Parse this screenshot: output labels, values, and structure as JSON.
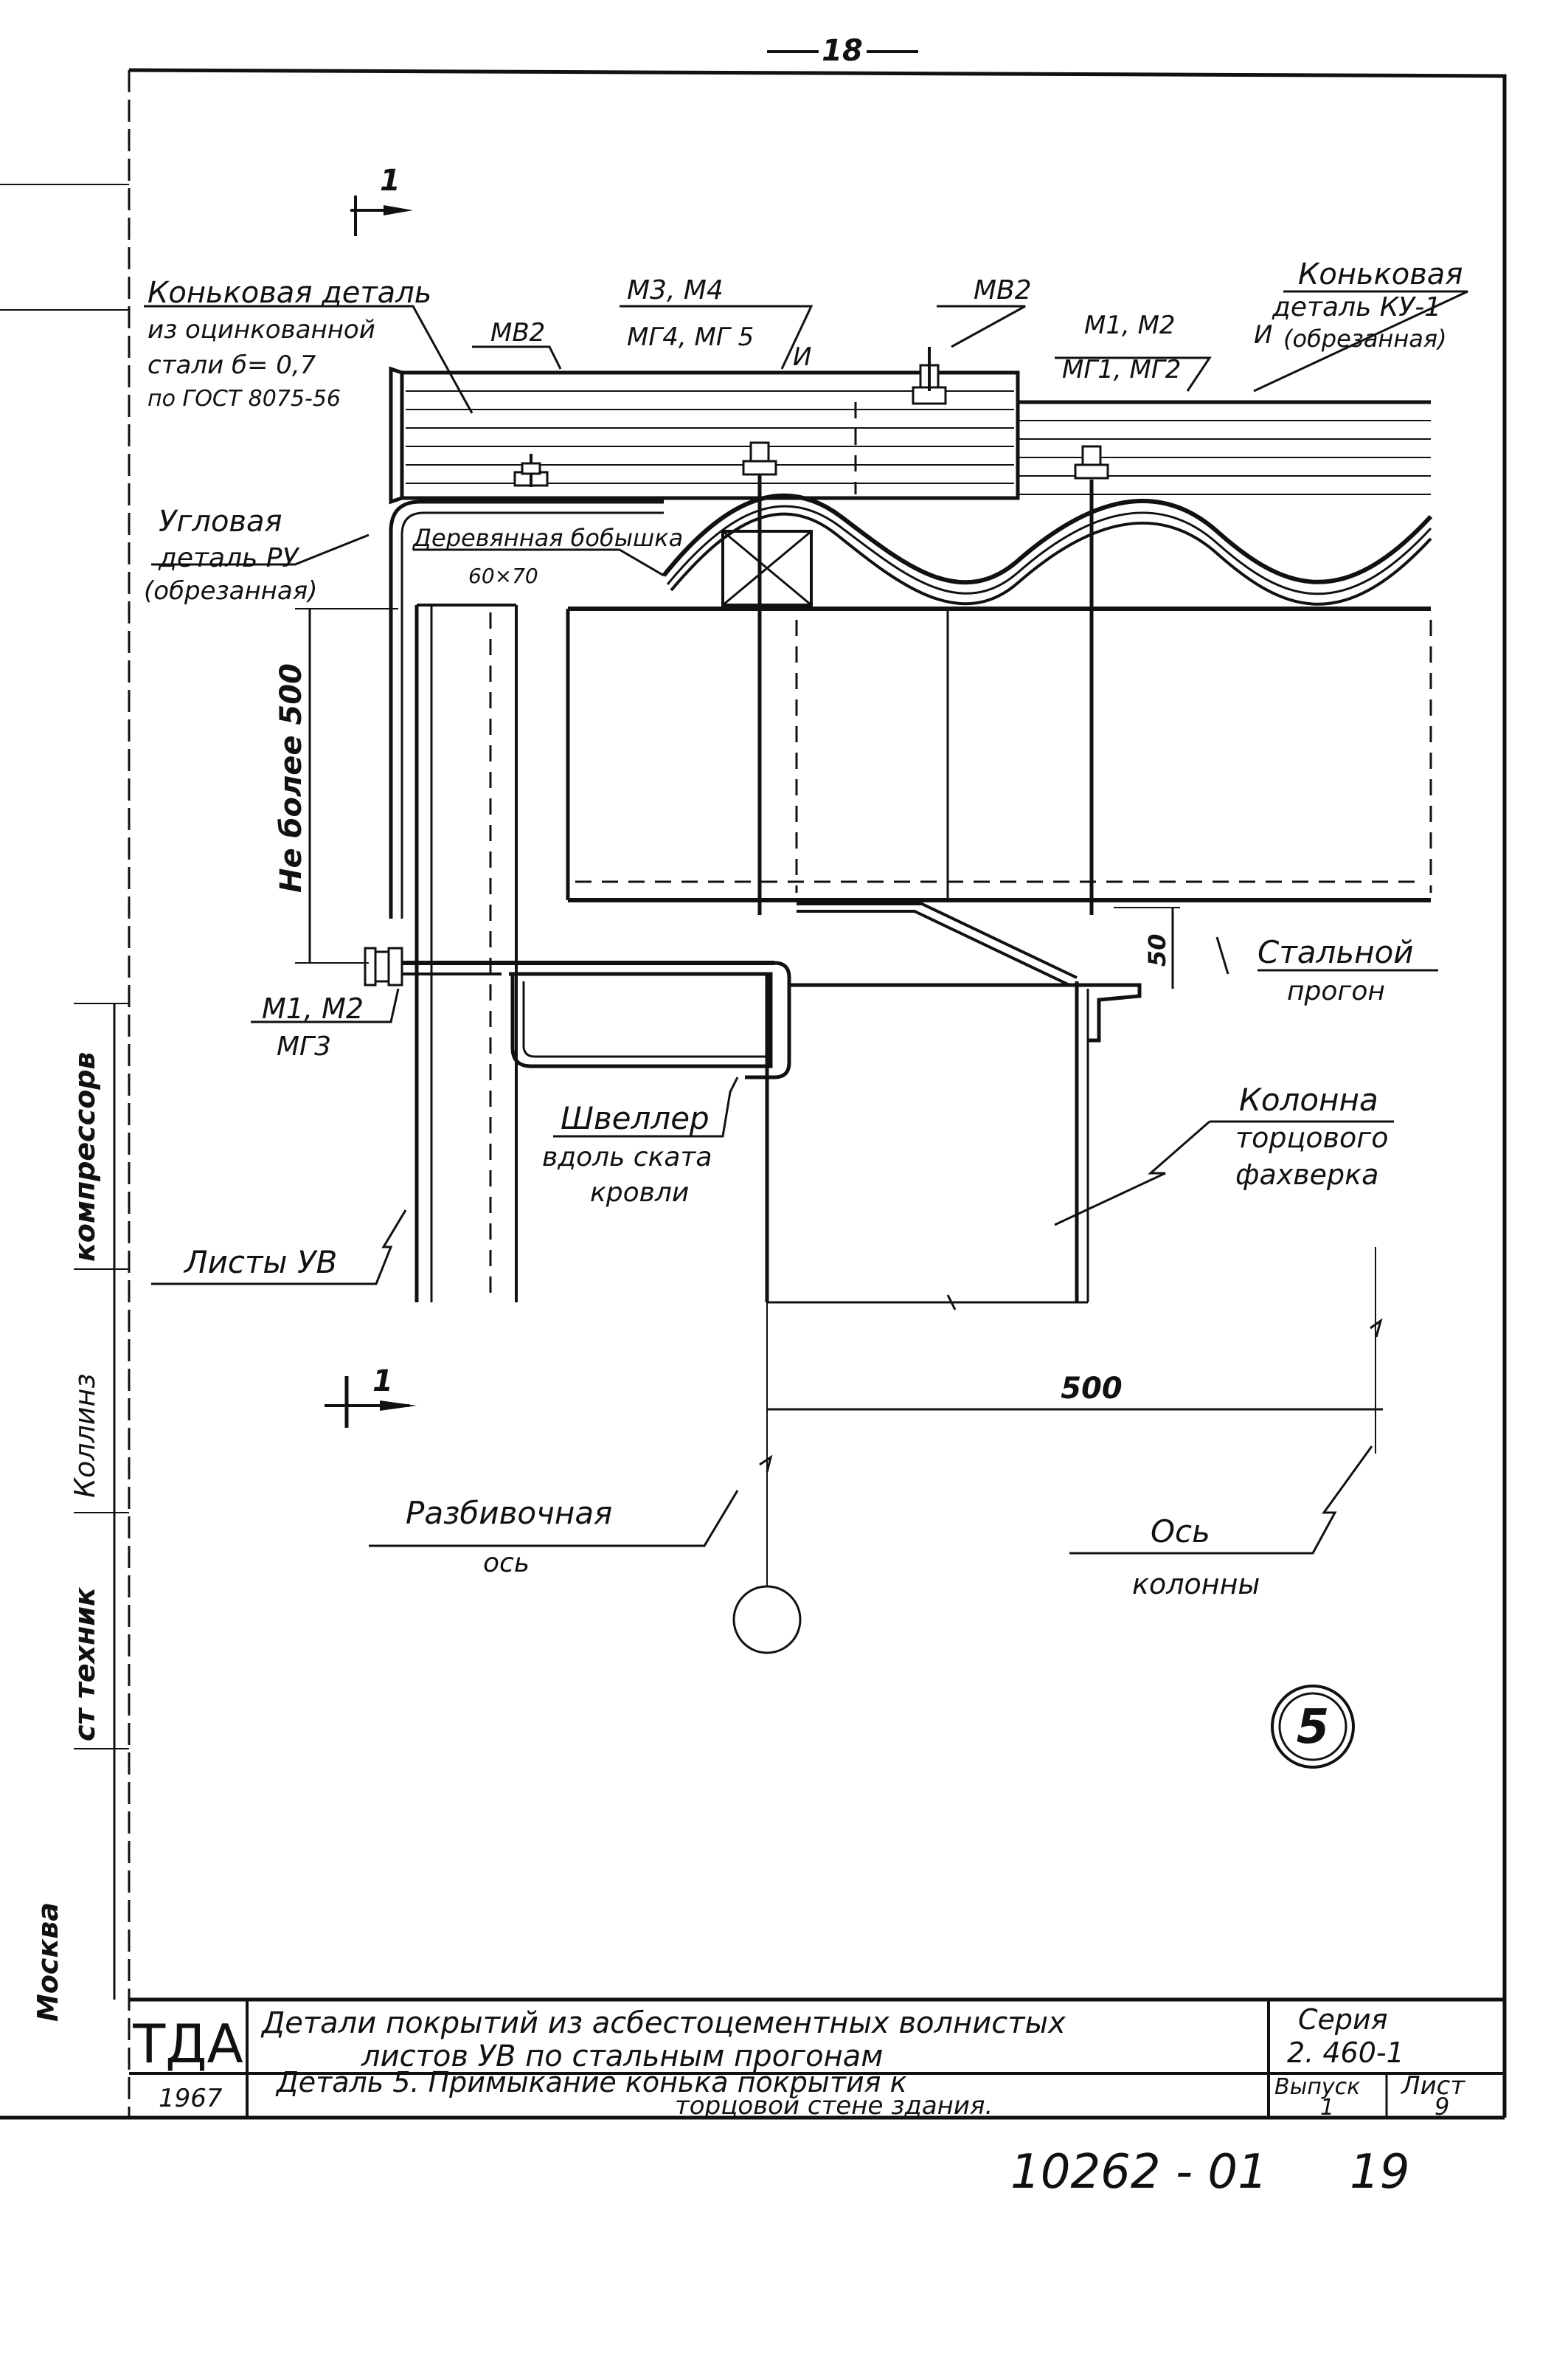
{
  "page_number": "18",
  "section_marker": "1",
  "labels": {
    "ridge_detail_left": [
      "Коньковая деталь",
      "из оцинкованной",
      "стали б= 0,7",
      "по ГОСТ 8075-56"
    ],
    "mv2_a": "МВ2",
    "m3m4": "М3, М4",
    "mg4mg5": "МГ4, МГ 5",
    "mark_i_a": "И",
    "mv2_b": "МВ2",
    "m1m2_top": "М1, М2",
    "mg1mg2": "МГ1, МГ2",
    "ridge_detail_right": [
      "Коньковая",
      "деталь КУ-1",
      "(обрезанная)"
    ],
    "mark_i_b": "И",
    "corner_detail": [
      "Угловая",
      "деталь РУ",
      "(обрезанная)"
    ],
    "wood_block": [
      "Деревянная бобышка",
      "60×70"
    ],
    "dim_vertical": "Не более 500",
    "dim_50": "50",
    "steel_purlin": [
      "Стальной",
      "прогон"
    ],
    "m1m2_bottom": "М1, М2",
    "mg3": "МГ3",
    "channel": [
      "Швеллер",
      "вдоль ската",
      "кровли"
    ],
    "column": [
      "Колонна",
      "торцового",
      "фахверка"
    ],
    "sheets_uv": "Листы УВ",
    "dim_500": "500",
    "layout_axis": [
      "Разбивочная",
      "ось"
    ],
    "column_axis": [
      "Ось",
      "колонны"
    ],
    "detail_number": "5"
  },
  "side_stamp": {
    "moscow": "Москва",
    "tech": "ст техник",
    "signature": "Коллинз",
    "company": "компрессорв"
  },
  "title_block": {
    "org": "ТДА",
    "title_line1": "Детали покрытий из асбестоцементных волнистых",
    "title_line2": "листов УВ по стальным прогонам",
    "series_label": "Серия",
    "series_value": "2. 460-1",
    "year": "1967",
    "detail_line1": "Деталь 5. Примыкание конька покрытия к",
    "detail_line2": "торцовой стене здания.",
    "issue_label": "Выпуск",
    "issue_value": "1",
    "sheet_label": "Лист",
    "sheet_value": "9"
  },
  "footer": {
    "archive_number": "10262 - 01",
    "sheet_total": "19"
  }
}
